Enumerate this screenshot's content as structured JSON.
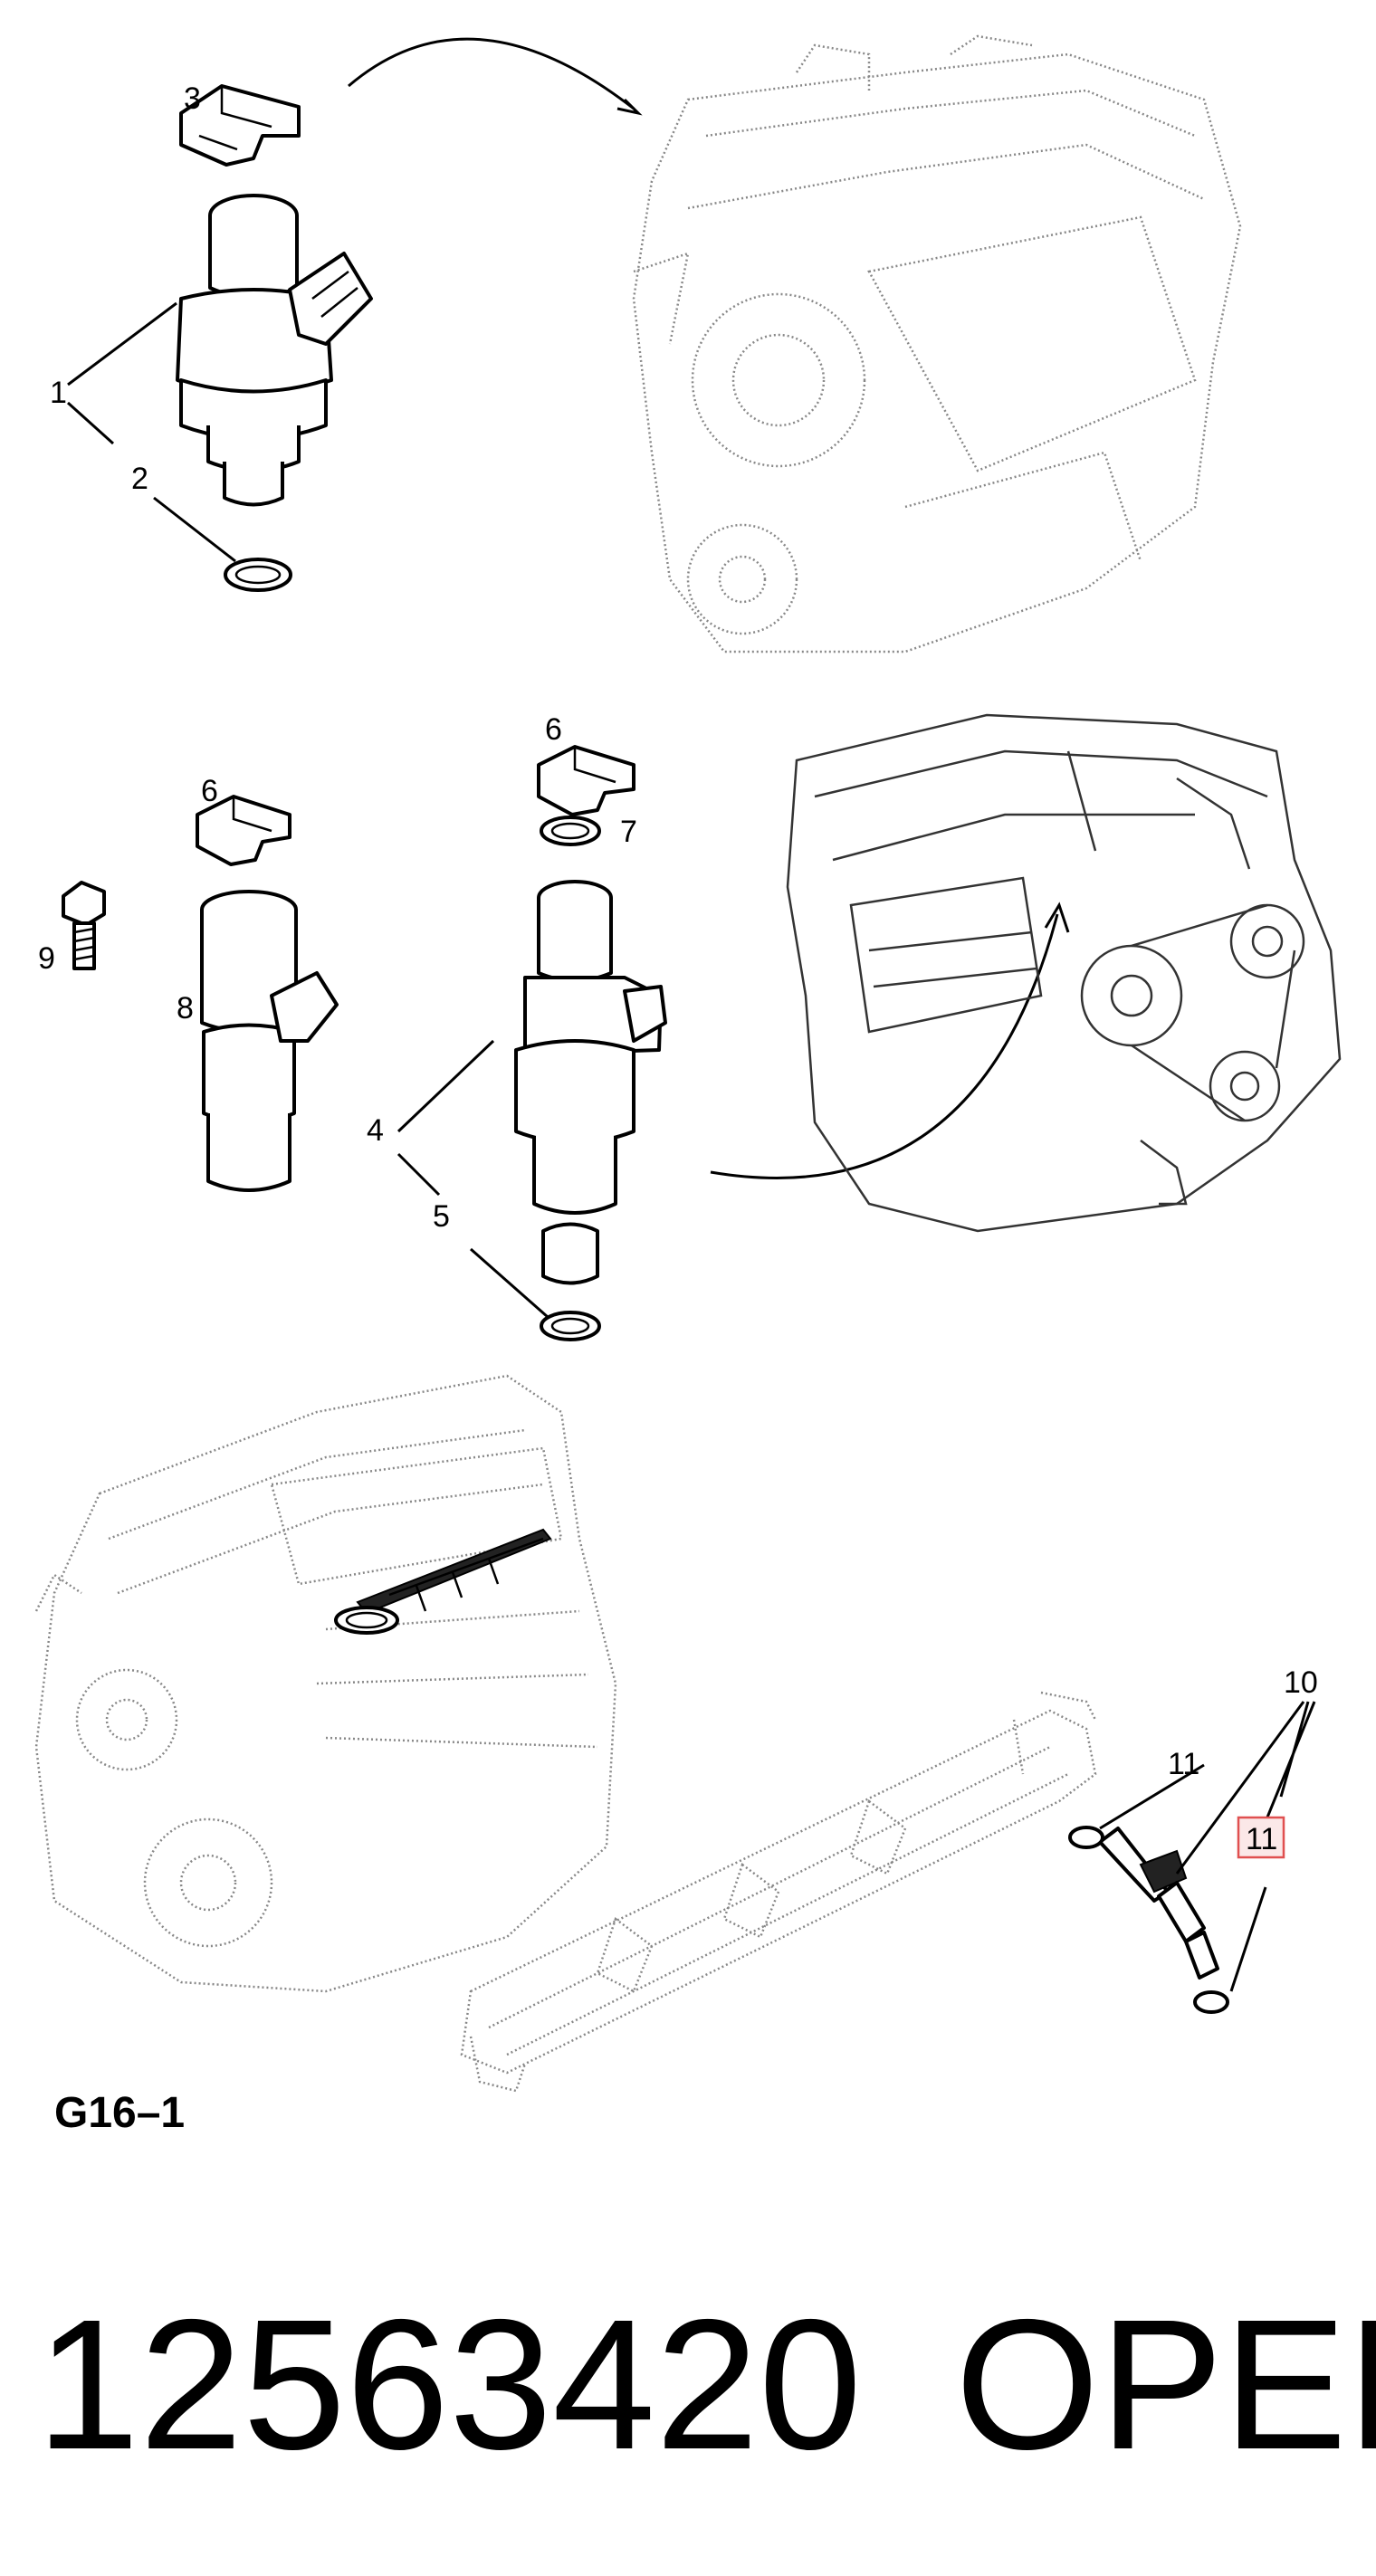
{
  "callouts": {
    "c1": "1",
    "c2": "2",
    "c3": "3",
    "c4": "4",
    "c5": "5",
    "c6a": "6",
    "c6b": "6",
    "c7": "7",
    "c8": "8",
    "c9": "9",
    "c10": "10",
    "c11": "11",
    "c11_highlight": "11"
  },
  "figure_code": "G16–1",
  "footer": {
    "part_number": "12563420",
    "brand": "OPEL"
  },
  "colors": {
    "highlight_box": "#e05050",
    "highlight_fill": "#fbe8e8"
  }
}
